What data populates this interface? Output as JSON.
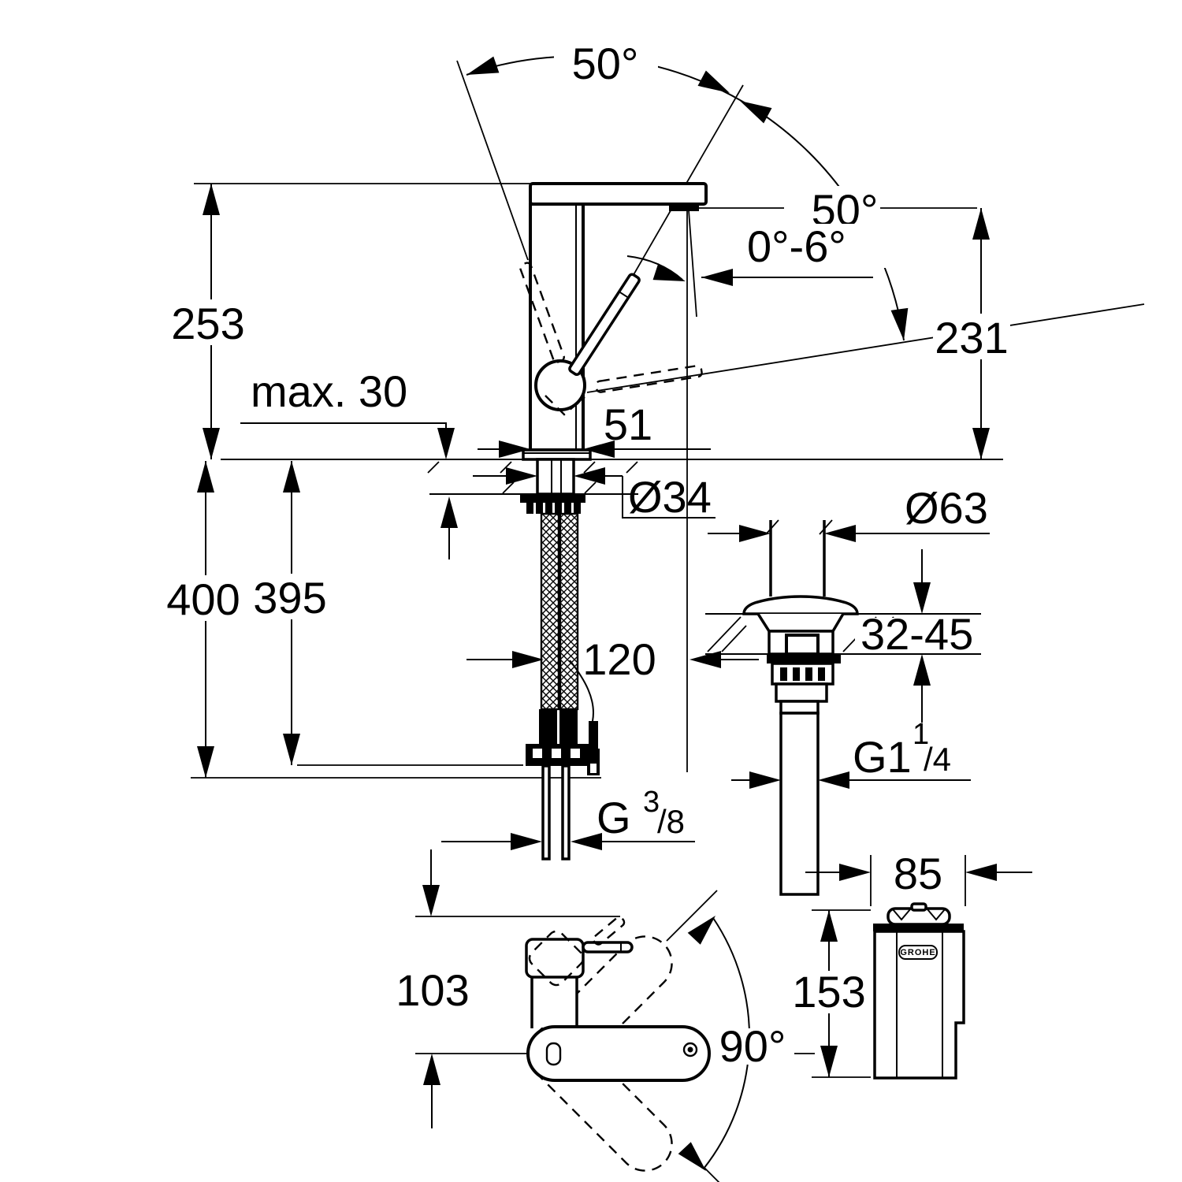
{
  "drawing": {
    "title": "faucet-installation-dimension-drawing",
    "colors": {
      "line": "#000000",
      "background": "#ffffff"
    },
    "labels": {
      "angle_lever_travel_top": "50°",
      "angle_lever_travel_side": "50°",
      "angle_spray": "0°-6°",
      "height_to_spout_top": "253",
      "deck_thickness_max": "max. 30",
      "body_depth": "51",
      "spout_height": "231",
      "shank_diameter": "Ø34",
      "drain_flange_diameter": "Ø63",
      "hose_length_outer": "400",
      "hose_length_inner": "395",
      "spout_reach": "120",
      "drain_deck_range": "32-45",
      "drain_thread_base": "G1",
      "drain_thread_sup": "1",
      "drain_thread_sub": "/4",
      "supply_thread_base": "G",
      "supply_thread_sup": "3",
      "supply_thread_sub": "/8",
      "side_width": "85",
      "top_view_depth": "103",
      "side_height": "153",
      "swivel_angle": "90°",
      "brand": "GROHE"
    }
  }
}
